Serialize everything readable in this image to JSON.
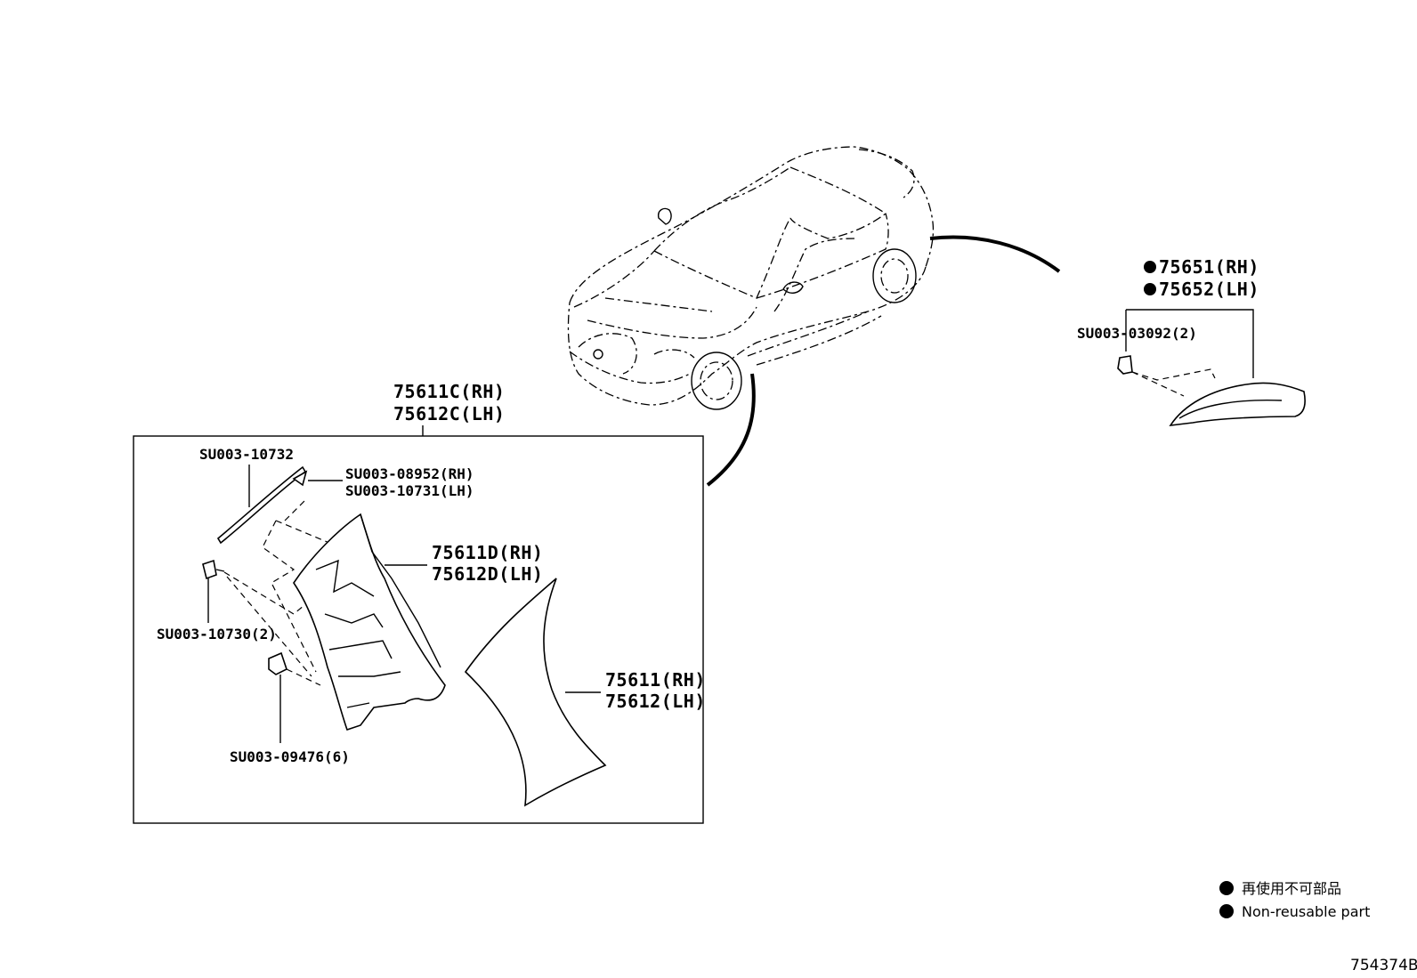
{
  "diagram_id": "754374B",
  "labels": {
    "rear_spoiler_rh": "75651(RH)",
    "rear_spoiler_lh": "75652(LH)",
    "rear_clip": "SU003-03092(2)",
    "pillar_assy_rh": "75611C(RH)",
    "pillar_assy_lh": "75612C(LH)",
    "seal_top": "SU003-10732",
    "clip_rh": "SU003-08952(RH)",
    "clip_lh": "SU003-10731(LH)",
    "bracket_rh": "75611D(RH)",
    "bracket_lh": "75612D(LH)",
    "screw": "SU003-10730(2)",
    "grommet": "SU003-09476(6)",
    "garnish_rh": "75611(RH)",
    "garnish_lh": "75612(LH)"
  },
  "legend": {
    "jp": "再使用不可部品",
    "en": "Non-reusable part"
  }
}
